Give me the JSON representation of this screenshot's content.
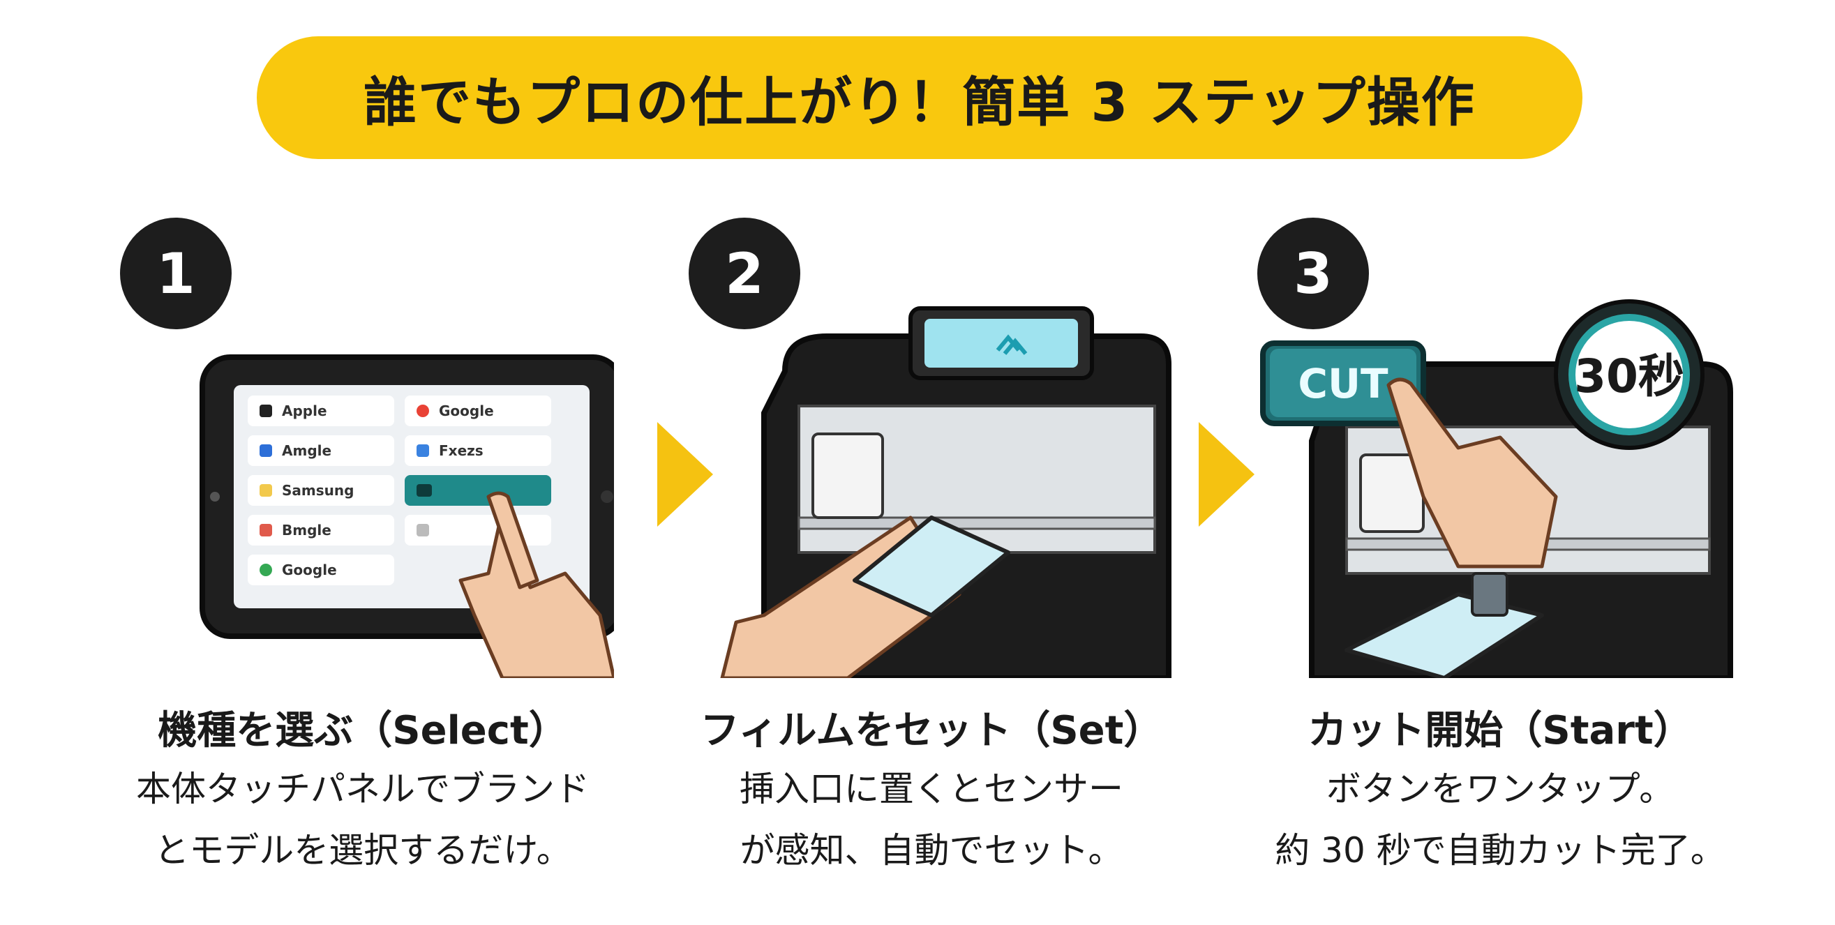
{
  "banner": {
    "title": "誰でもプロの仕上がり！簡単 3 ステップ操作"
  },
  "colors": {
    "accent": "#F9C80E",
    "badge": "#1d1d1d"
  },
  "steps": [
    {
      "number": "1",
      "title": "機種を選ぶ（Select）",
      "desc": [
        "本体タッチパネルでブランド",
        "とモデルを選択するだけ。"
      ],
      "tablet_items": [
        "Apple",
        "Google",
        "Amgle",
        "Fxezs",
        "Samsung",
        "Bmgle",
        "Google"
      ]
    },
    {
      "number": "2",
      "title": "フィルムをセット（Set）",
      "desc": [
        "挿入口に置くとセンサー",
        "が感知、自動でセット。"
      ]
    },
    {
      "number": "3",
      "title": "カット開始（Start）",
      "desc": [
        "ボタンをワンタップ。",
        "約 30 秒で自動カット完了。"
      ],
      "cut_button": "CUT",
      "timer": "30秒"
    }
  ],
  "icons": [
    "hand-pointer-icon",
    "arrow-right-icon"
  ]
}
